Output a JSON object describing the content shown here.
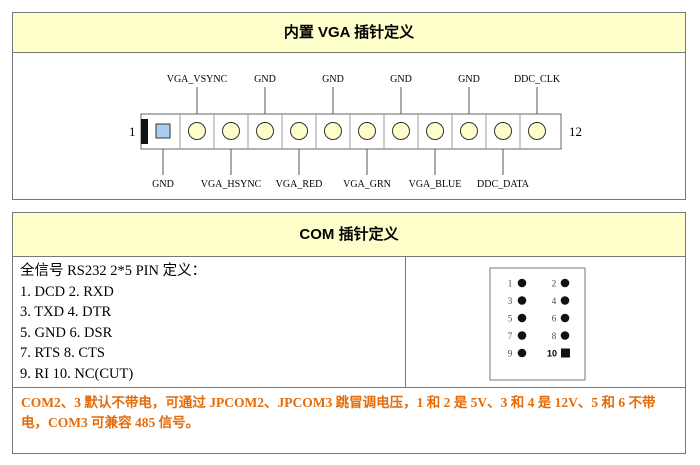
{
  "vga": {
    "title": "内置 VGA  插针定义",
    "pin_start_label": "1",
    "pin_end_label": "12",
    "top_labels": [
      {
        "pin": 2,
        "text": "VGA_VSYNC"
      },
      {
        "pin": 4,
        "text": "GND"
      },
      {
        "pin": 6,
        "text": "GND"
      },
      {
        "pin": 8,
        "text": "GND"
      },
      {
        "pin": 10,
        "text": "GND"
      },
      {
        "pin": 12,
        "text": "DDC_CLK"
      }
    ],
    "bottom_labels": [
      {
        "pin": 1,
        "text": "GND"
      },
      {
        "pin": 3,
        "text": "VGA_HSYNC"
      },
      {
        "pin": 5,
        "text": "VGA_RED"
      },
      {
        "pin": 7,
        "text": "VGA_GRN"
      },
      {
        "pin": 9,
        "text": "VGA_BLUE"
      },
      {
        "pin": 11,
        "text": "DDC_DATA"
      }
    ],
    "colors": {
      "pin_fill": "#ffffcc",
      "square_pin_fill": "#a8cfef",
      "stroke": "#666666"
    }
  },
  "com": {
    "title": "COM  插针定义",
    "lines": [
      "全信号 RS232 2*5 PIN  定义：",
      "1. DCD 2. RXD",
      "3. TXD 4. DTR",
      "5. GND 6. DSR",
      "7. RTS 8. CTS",
      "9. RI 10. NC(CUT)"
    ],
    "pins_left": [
      "1",
      "3",
      "5",
      "7",
      "9"
    ],
    "pins_right": [
      "2",
      "4",
      "6",
      "8",
      "10"
    ],
    "note": "COM2、3 默认不带电，可通过 JPCOM2、JPCOM3 跳冒调电压，1 和 2 是 5V、3 和 4 是 12V、5 和 6 不带电，COM3 可兼容 485 信号。",
    "colors": {
      "note": "#e46c0a",
      "header_bg": "#ffffcc"
    }
  }
}
